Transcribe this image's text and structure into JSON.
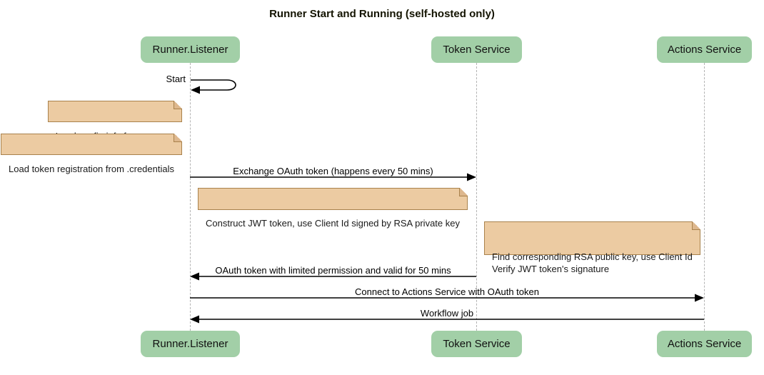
{
  "title": "Runner Start and Running (self-hosted only)",
  "participants": [
    {
      "name": "Runner.Listener"
    },
    {
      "name": "Token Service"
    },
    {
      "name": "Actions Service"
    }
  ],
  "messages": {
    "start": "Start",
    "exchange": "Exchange OAuth token (happens every 50 mins)",
    "oauth_return": "OAuth token with limited permission and valid for 50 mins",
    "connect": "Connect to Actions Service with OAuth token",
    "workflow": "Workflow job"
  },
  "notes": {
    "load_config": "Load config info from .runner",
    "load_token": "Load token registration from .credentials",
    "construct_jwt": "Construct JWT token, use Client Id signed by RSA private key",
    "find_key": "Find corresponding RSA public key, use Client Id\nVerify JWT token's signature"
  },
  "colors": {
    "actor_fill": "#A2CFA7",
    "note_fill": "#ECCBA2",
    "note_border": "#A9824C",
    "lifeline": "#b3b3b3",
    "arrow": "#000000"
  }
}
